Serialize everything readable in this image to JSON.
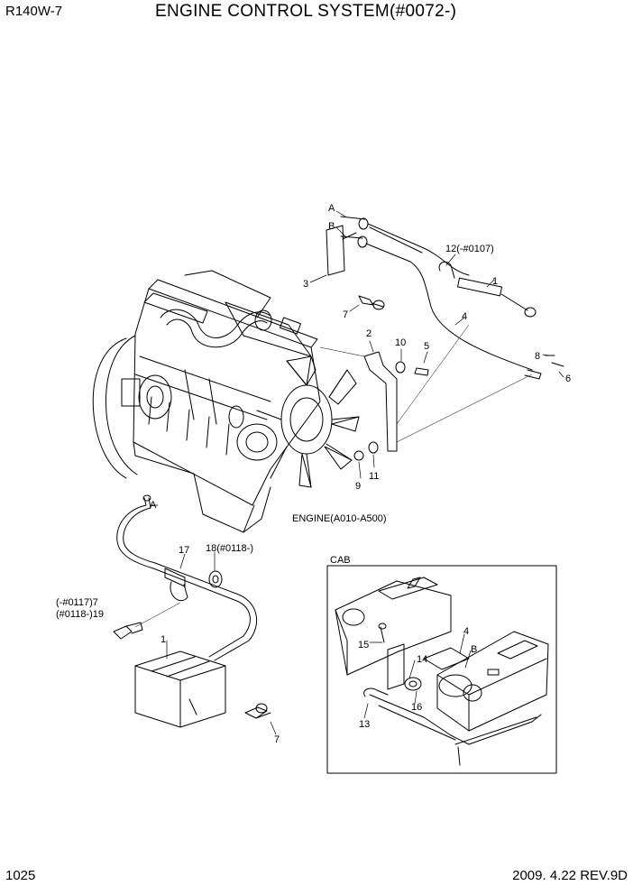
{
  "header": {
    "model": "R140W-7",
    "title": "ENGINE CONTROL SYSTEM(#0072-)"
  },
  "footer": {
    "page": "1025",
    "revision": "2009. 4.22  REV.9D"
  },
  "diagram": {
    "engine_label": "ENGINE(A010-A500)",
    "cab_box_label": "CAB",
    "callouts": {
      "c_A_top": "A",
      "c_B_top": "B",
      "c_3": "3",
      "c_7_top": "7",
      "c_12": "12(-#0107)",
      "c_1_top": "1",
      "c_4_top": "4",
      "c_2": "2",
      "c_10": "10",
      "c_5": "5",
      "c_8": "8",
      "c_6": "6",
      "c_9": "9",
      "c_11": "11",
      "c_A_hose": "A",
      "c_17": "17",
      "c_18": "18(#0118-)",
      "c_7_119": "(-#0117)7",
      "c_19": "(#0118-)19",
      "c_1_box": "1",
      "c_7_box": "7",
      "c_15": "15",
      "c_4_cab": "4",
      "c_B_cab": "B",
      "c_14": "14",
      "c_16": "16",
      "c_13": "13"
    }
  }
}
